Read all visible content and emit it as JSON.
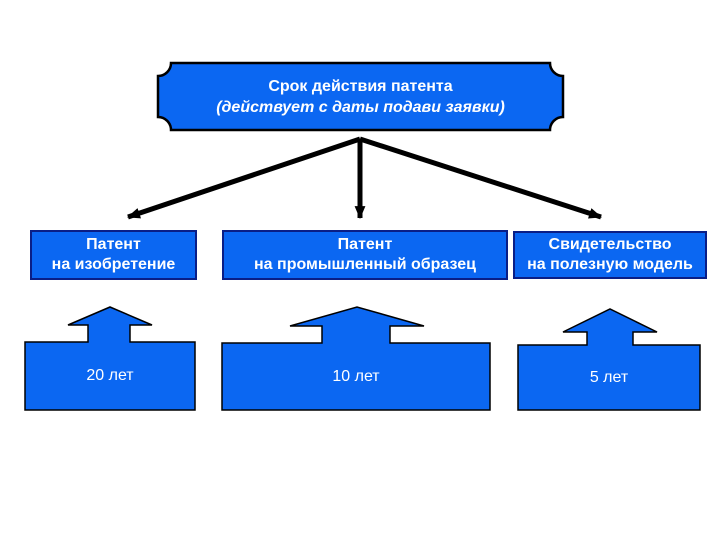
{
  "colors": {
    "background": "#ffffff",
    "shape_fill": "#0b67f2",
    "shape_border_navy": "#0a1e86",
    "outline_black": "#000000",
    "text_white": "#ffffff"
  },
  "title": {
    "line1": "Срок действия патента",
    "line2": "(действует с даты подави заявки)"
  },
  "branches": [
    {
      "label_line1": "Патент",
      "label_line2": "на изобретение",
      "duration": "20 лет"
    },
    {
      "label_line1": "Патент",
      "label_line2": "на промышленный образец",
      "duration": "10 лет"
    },
    {
      "label_line1": "Свидетельство",
      "label_line2": "на полезную модель",
      "duration": "5 лет"
    }
  ]
}
